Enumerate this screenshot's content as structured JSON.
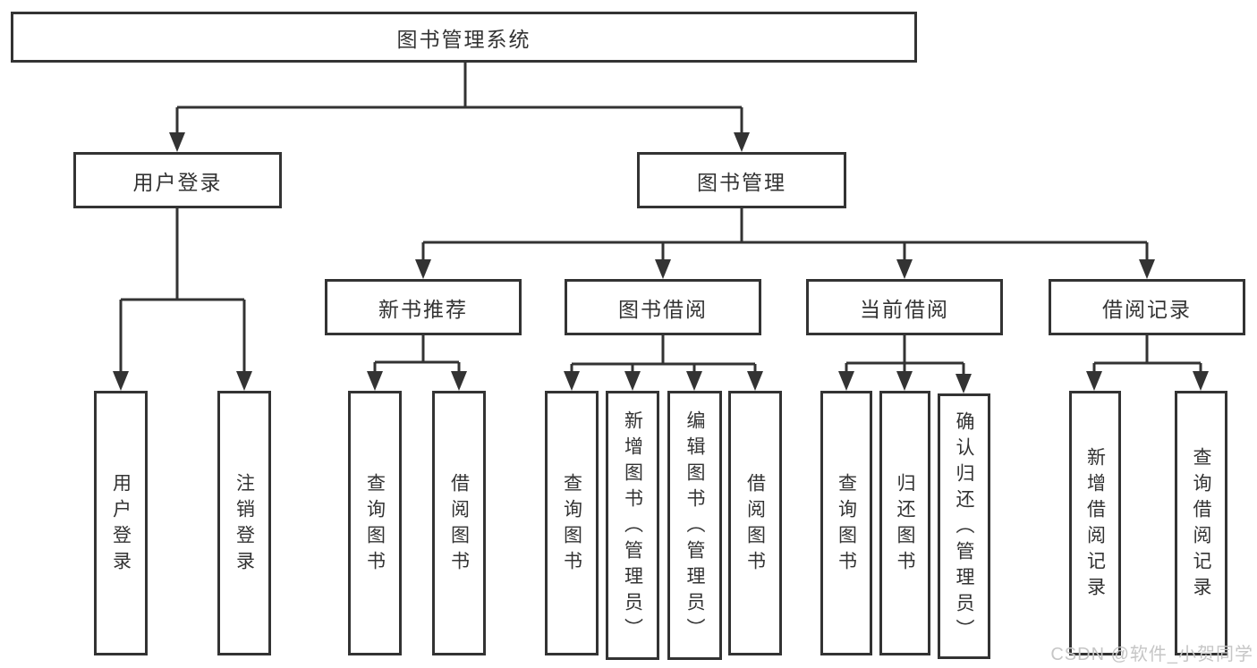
{
  "diagram": {
    "root": {
      "label": "图书管理系统"
    },
    "level2": [
      {
        "label": "用户登录"
      },
      {
        "label": "图书管理"
      }
    ],
    "level3": [
      {
        "label": "新书推荐"
      },
      {
        "label": "图书借阅"
      },
      {
        "label": "当前借阅"
      },
      {
        "label": "借阅记录"
      }
    ],
    "leaves": {
      "user_login": [
        {
          "label": "用户登录"
        },
        {
          "label": "注销登录"
        }
      ],
      "new_recommend": [
        {
          "label": "查询图书"
        },
        {
          "label": "借阅图书"
        }
      ],
      "book_borrow": [
        {
          "label": "查询图书"
        },
        {
          "label": "新增图书（管理员）"
        },
        {
          "label": "编辑图书（管理员）"
        },
        {
          "label": "借阅图书"
        }
      ],
      "current_borrow": [
        {
          "label": "查询图书"
        },
        {
          "label": "归还图书"
        },
        {
          "label": "确认归还（管理员）"
        }
      ],
      "borrow_record": [
        {
          "label": "新增借阅记录"
        },
        {
          "label": "查询借阅记录"
        }
      ]
    }
  },
  "colors": {
    "line": "#333333",
    "text": "#333333",
    "box_background": "#ffffff",
    "watermark": "#c6c6c6"
  },
  "watermark": {
    "text": "CSDN @软件_小贺同学"
  }
}
